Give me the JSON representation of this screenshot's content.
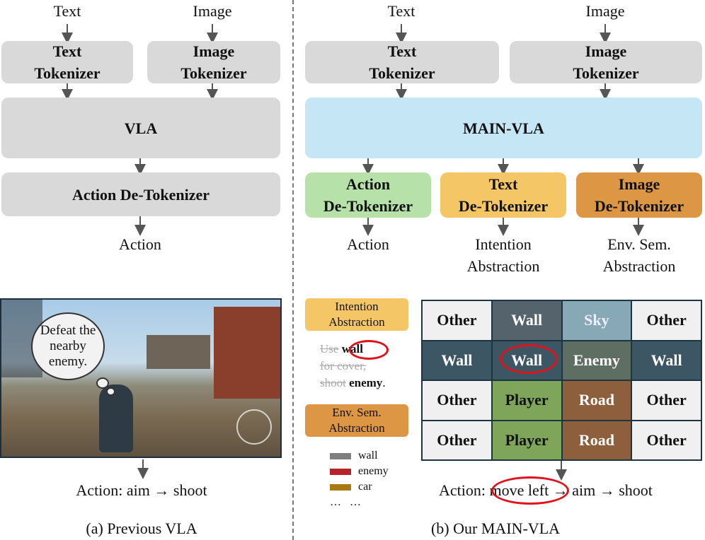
{
  "left": {
    "text_input": "Text",
    "image_input": "Image",
    "text_tokenizer": "Text\nTokenizer",
    "image_tokenizer": "Image\nTokenizer",
    "vla": "VLA",
    "action_detokenizer": "Action De-Tokenizer",
    "action": "Action",
    "bubble_text": "Defeat the nearby enemy.",
    "action_sequence": "Action: aim → shoot",
    "caption": "(a) Previous VLA"
  },
  "right": {
    "text_input": "Text",
    "image_input": "Image",
    "text_tokenizer": "Text\nTokenizer",
    "image_tokenizer": "Image\nTokenizer",
    "main_vla": "MAIN-VLA",
    "action_detokenizer": "Action\nDe-Tokenizer",
    "text_detokenizer": "Text\nDe-Tokenizer",
    "image_detokenizer": "Image\nDe-Tokenizer",
    "out_action": "Action",
    "out_intention": "Intention\nAbstraction",
    "out_env": "Env. Sem.\nAbstraction",
    "intention_pill": "Intention\nAbstraction",
    "env_pill": "Env. Sem.\nAbstraction",
    "intention_text": {
      "l1_strike": "Use",
      "l1_word": "wall",
      "l2_strike": "for cover,",
      "l3_strike": "shoot",
      "l3_word": "enemy",
      "l3_end": "."
    },
    "legend": [
      {
        "label": "wall",
        "color": "#7f7f7f"
      },
      {
        "label": "enemy",
        "color": "#b8232b"
      },
      {
        "label": "car",
        "color": "#a87a12"
      },
      {
        "label": "…   …",
        "color": ""
      }
    ],
    "grid": [
      [
        "Other",
        "Wall",
        "Sky",
        "Other"
      ],
      [
        "Wall",
        "Wall",
        "Enemy",
        "Wall"
      ],
      [
        "Other",
        "Player",
        "Road",
        "Other"
      ],
      [
        "Other",
        "Player",
        "Road",
        "Other"
      ]
    ],
    "action_prefix": "Action:",
    "action_highlight": "move left",
    "action_rest": "→ aim → shoot",
    "caption": "(b) Our MAIN-VLA"
  }
}
